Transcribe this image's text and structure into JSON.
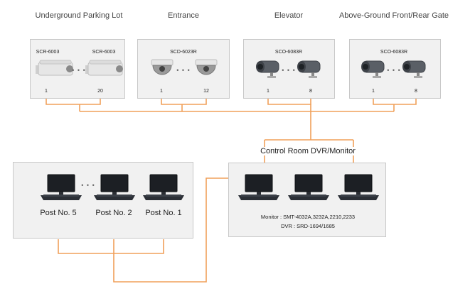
{
  "headers": {
    "parking": "Underground Parking Lot",
    "entrance": "Entrance",
    "elevator": "Elevator",
    "gate": "Above-Ground Front/Rear Gate"
  },
  "groups": {
    "parking": {
      "models": [
        "SCR-6003",
        "SCR-6003"
      ],
      "first": "1",
      "last": "20"
    },
    "entrance": {
      "model": "SCD-6023R",
      "first": "1",
      "last": "12"
    },
    "elevator": {
      "model": "SCO-6083R",
      "first": "1",
      "last": "8"
    },
    "gate": {
      "model": "SCO-6083R",
      "first": "1",
      "last": "8"
    }
  },
  "ellipsis": "• • •",
  "control_room": {
    "title": "Control Room DVR/Monitor",
    "monitor_spec": "Monitor : SMT-4032A,3232A,2210,2233",
    "dvr_spec": "DVR : SRD-1694/1685"
  },
  "posts": [
    "Post No. 5",
    "Post No. 2",
    "Post No. 1"
  ],
  "colors": {
    "wire": "#f0a05a",
    "box_fill": "#f1f1f1",
    "box_border": "#c8c8c8"
  }
}
